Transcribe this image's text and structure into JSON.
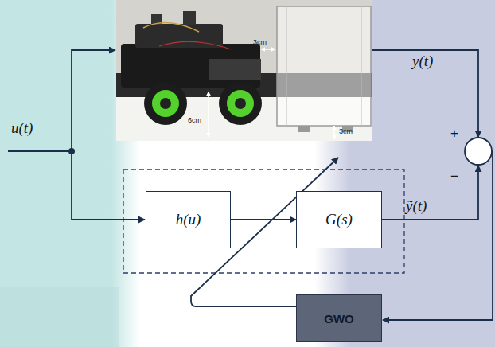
{
  "diagram": {
    "nodes": [
      {
        "text": [
          "h(u)"
        ]
      },
      {
        "text": [
          "G(s)"
        ]
      },
      {
        "text": [
          "GWO"
        ]
      }
    ],
    "edges": [
      {
        "from": 0,
        "to": 1,
        "arrow": "to"
      }
    ],
    "labels": [
      "3cm",
      "6cm",
      "3cm",
      "u(t)",
      "y(t)",
      "+",
      "−",
      "ỹ(t)"
    ]
  }
}
